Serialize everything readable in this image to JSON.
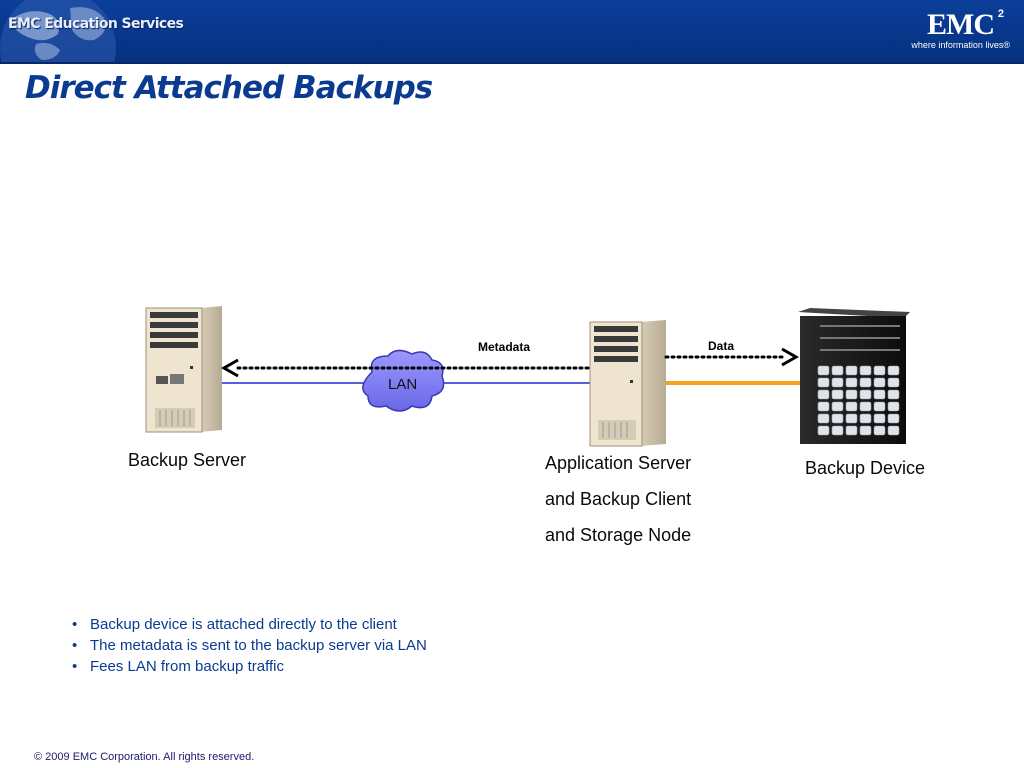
{
  "header": {
    "edu_logo_text": "EMC Education Services",
    "brand_mark": "EMC",
    "brand_superscript": "2",
    "brand_tagline": "where information lives®"
  },
  "slide": {
    "title": "Direct Attached Backups"
  },
  "diagram": {
    "nodes": {
      "backup_server": {
        "label": "Backup Server"
      },
      "app_server": {
        "lines": [
          "Application Server",
          "and Backup Client",
          "and Storage Node"
        ]
      },
      "backup_device": {
        "label": "Backup Device"
      },
      "lan": {
        "label": "LAN"
      }
    },
    "flows": {
      "metadata": "Metadata",
      "data": "Data"
    },
    "colors": {
      "lan_line": "#1f2bd0",
      "san_link": "#f7a11d",
      "cloud_fill": "#7f7df0",
      "server_body": "#efe4d0"
    }
  },
  "bullets": [
    "Backup device is attached directly to the client",
    "The metadata is sent to the backup server via LAN",
    "Fees LAN from backup traffic"
  ],
  "footer": {
    "copyright": "© 2009 EMC Corporation. All rights reserved."
  }
}
